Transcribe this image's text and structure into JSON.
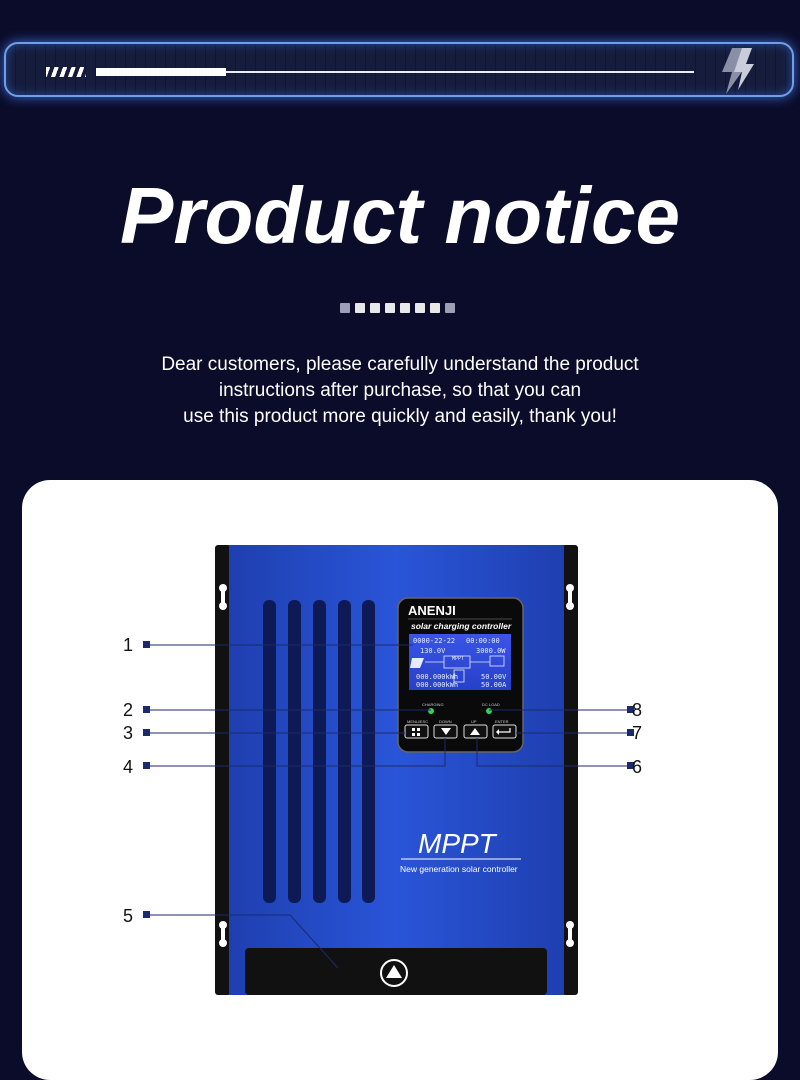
{
  "header": {
    "title": "Product notice"
  },
  "intro": {
    "line1": "Dear customers, please carefully understand the product",
    "line2": "instructions after purchase, so that you can",
    "line3": "use this product more quickly and easily, thank you!"
  },
  "device": {
    "brand": "ANENJI",
    "subtitle": "solar charging controller",
    "lcd": {
      "date": "0000-22-22",
      "time": "00:00:00",
      "pv_voltage": "130.0V",
      "power": "3000.0W",
      "mode": "MPPT",
      "energy1": "000.000kWh",
      "energy2": "000.000kWh",
      "bat_voltage": "50.00V",
      "current": "50.00A"
    },
    "led_labels": {
      "charging": "CHARGING",
      "dc_load": "DC LOAD"
    },
    "button_labels": {
      "menu": "MENU/ESC",
      "down": "DOWN",
      "up": "UP",
      "enter": "ENTER"
    },
    "model": "MPPT",
    "model_subtitle": "New generation solar controller"
  },
  "callouts": [
    "1",
    "2",
    "3",
    "4",
    "5",
    "6",
    "7",
    "8"
  ]
}
